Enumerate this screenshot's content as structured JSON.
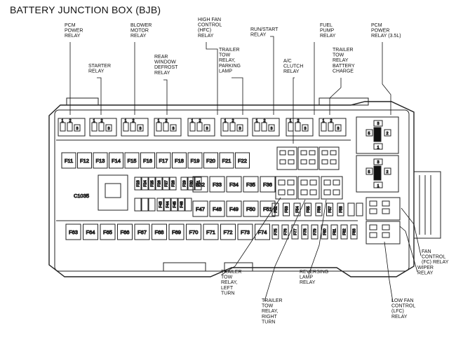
{
  "title": "BATTERY JUNCTION BOX (BJB)",
  "connector": "C1035",
  "callouts_top": [
    {
      "id": "pcm-power-relay",
      "lines": [
        "PCM",
        "POWER",
        "RELAY"
      ]
    },
    {
      "id": "starter-relay",
      "lines": [
        "STARTER",
        "RELAY"
      ]
    },
    {
      "id": "blower-motor-relay",
      "lines": [
        "BLOWER",
        "MOTOR",
        "RELAY"
      ]
    },
    {
      "id": "rear-window-defrost-relay",
      "lines": [
        "REAR",
        "WINDOW",
        "DEFROST",
        "RELAY"
      ]
    },
    {
      "id": "high-fan-control-relay",
      "lines": [
        "HIGH FAN",
        "CONTROL",
        "(HFC)",
        "RELAY"
      ]
    },
    {
      "id": "trailer-tow-parking-lamp-relay",
      "lines": [
        "TRAILER",
        "TOW",
        "RELAY,",
        "PARKING",
        "LAMP"
      ]
    },
    {
      "id": "run-start-relay",
      "lines": [
        "RUN/START",
        "RELAY"
      ]
    },
    {
      "id": "ac-clutch-relay",
      "lines": [
        "A/C",
        "CLUTCH",
        "RELAY"
      ]
    },
    {
      "id": "fuel-pump-relay",
      "lines": [
        "FUEL",
        "PUMP",
        "RELAY"
      ]
    },
    {
      "id": "trailer-tow-battery-charge-relay",
      "lines": [
        "TRAILER",
        "TOW",
        "RELAY",
        "BATTERY",
        "CHARGE"
      ]
    },
    {
      "id": "pcm-power-relay-35l",
      "lines": [
        "PCM",
        "POWER",
        "RELAY (3.5L)"
      ]
    }
  ],
  "callouts_right": [
    {
      "id": "fan-control-relay",
      "lines": [
        "FAN",
        "CONTROL",
        "(FC) RELAY"
      ]
    },
    {
      "id": "wiper-relay",
      "lines": [
        "WIPER",
        "RELAY"
      ]
    }
  ],
  "callouts_bottom": [
    {
      "id": "trailer-tow-left-turn-relay",
      "lines": [
        "TRAILER",
        "TOW",
        "RELAY,",
        "LEFT",
        "TURN"
      ]
    },
    {
      "id": "trailer-tow-right-turn-relay",
      "lines": [
        "TRAILER",
        "TOW",
        "RELAY,",
        "RIGHT",
        "TURN"
      ]
    },
    {
      "id": "reversing-lamp-relay",
      "lines": [
        "REVERSING",
        "LAMP",
        "RELAY"
      ]
    },
    {
      "id": "low-fan-control-relay",
      "lines": [
        "LOW FAN",
        "CONTROL",
        "(LFC)",
        "RELAY"
      ]
    }
  ],
  "fuses_row1": [
    "F11",
    "F12",
    "F13",
    "F14",
    "F15",
    "F16",
    "F17",
    "F18",
    "F19",
    "F20",
    "F21",
    "F22"
  ],
  "fuses_mini_col1": [
    "F23",
    "F24",
    "F25",
    "F26",
    "F27",
    "F28"
  ],
  "fuses_mini_col2": [
    "F29",
    "F30",
    "F31"
  ],
  "fuses_mini_col3": [
    "F43",
    "F44",
    "F45",
    "F46"
  ],
  "fuses_mid_row1": [
    "F32",
    "F33",
    "F34",
    "F35",
    "F36"
  ],
  "fuses_mid_row2": [
    "F47",
    "F48",
    "F49",
    "F50",
    "F51"
  ],
  "fuses_right_vertical": [
    "F52",
    "F53",
    "F54",
    "F55",
    "F56",
    "F57",
    "F58"
  ],
  "fuses_bottom_row": [
    "F63",
    "F64",
    "F65",
    "F66",
    "F67",
    "F68",
    "F69",
    "F70",
    "F71",
    "F72",
    "F73",
    "F74"
  ],
  "fuses_bottom_vertical": [
    "F75",
    "F76",
    "F77",
    "F78",
    "F79",
    "F80",
    "F81",
    "F82",
    "F83"
  ]
}
